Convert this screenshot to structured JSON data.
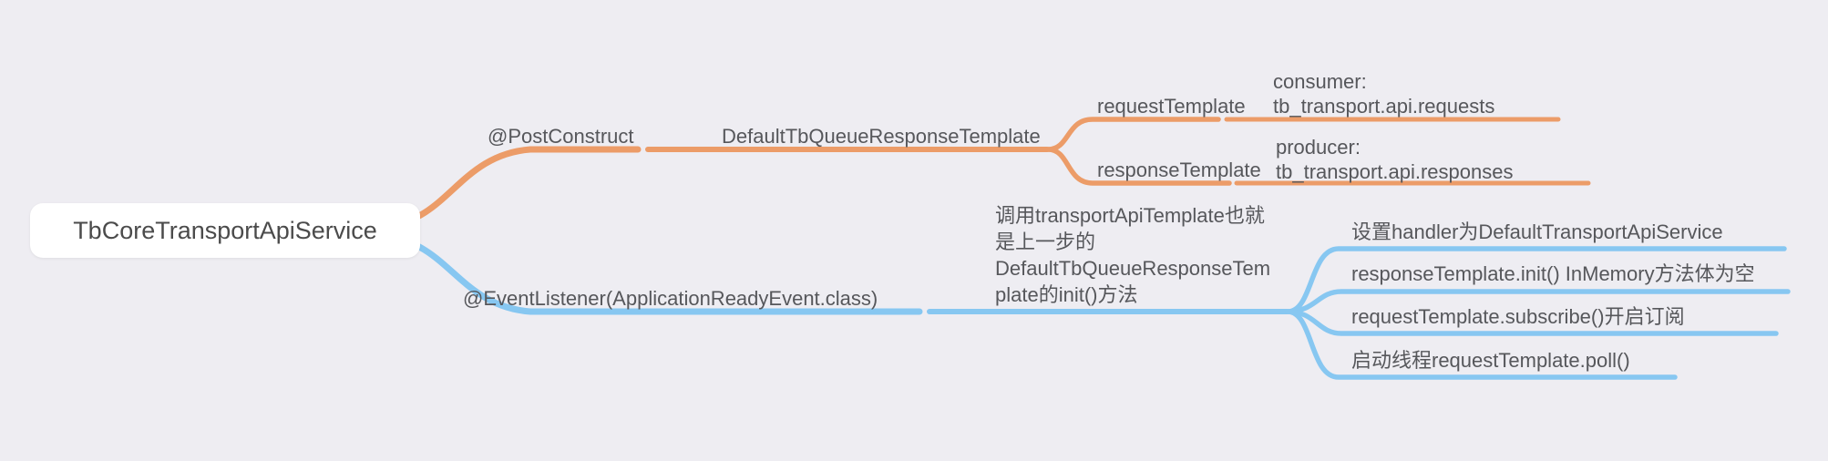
{
  "root": {
    "label": "TbCoreTransportApiService"
  },
  "colors": {
    "background": "#EEEDF2",
    "orange_branch": "#EC9C68",
    "blue_branch": "#87C7F1",
    "node_text": "#56575B",
    "root_text": "#4B4B4B"
  },
  "orange_branch": {
    "level1": {
      "label": "@PostConstruct"
    },
    "level2": {
      "label": "DefaultTbQueueResponseTemplate"
    },
    "children": [
      {
        "label": "requestTemplate",
        "leaf": "consumer:\ntb_transport.api.requests"
      },
      {
        "label": "responseTemplate",
        "leaf": "producer:\ntb_transport.api.responses"
      }
    ]
  },
  "blue_branch": {
    "level1": {
      "label": "@EventListener(ApplicationReadyEvent.class)"
    },
    "level2": {
      "label": "调用transportApiTemplate也就\n是上一步的\nDefaultTbQueueResponseTem\nplate的init()方法"
    },
    "leaves": [
      {
        "label": "设置handler为DefaultTransportApiService"
      },
      {
        "label": "responseTemplate.init() InMemory方法体为空"
      },
      {
        "label": "requestTemplate.subscribe()开启订阅"
      },
      {
        "label": "启动线程requestTemplate.poll()"
      }
    ]
  }
}
